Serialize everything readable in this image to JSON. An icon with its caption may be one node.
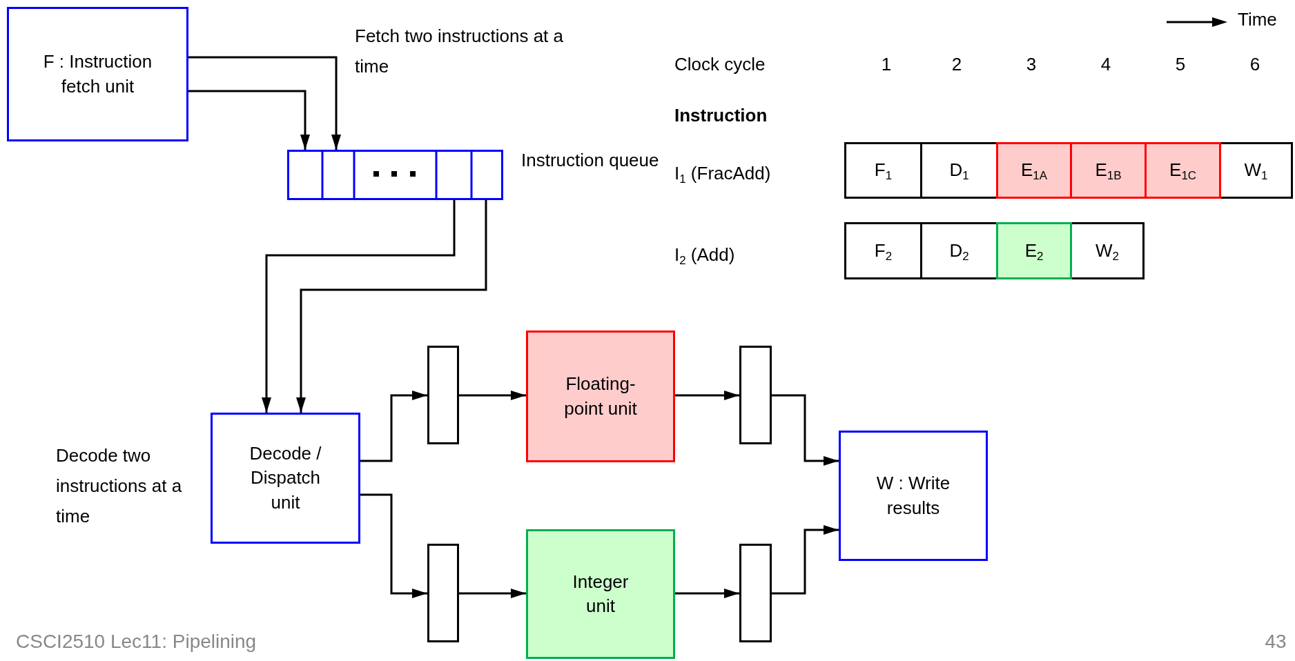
{
  "diagram": {
    "nodes": [
      {
        "text": [
          "F : Instruction fetch unit"
        ]
      },
      {
        "text": [],
        "shape": "box",
        "beside": [
          "Instruction queue"
        ]
      },
      {
        "text": [
          "Decode / Dispatch unit"
        ],
        "beside": [
          "Decode two instructions at a time"
        ]
      },
      {
        "text": [],
        "shape": "box"
      },
      {
        "text": [
          "Floating-point unit"
        ]
      },
      {
        "text": [],
        "shape": "box"
      },
      {
        "text": [],
        "shape": "box"
      },
      {
        "text": [
          "Integer unit"
        ]
      },
      {
        "text": [],
        "shape": "box"
      },
      {
        "text": [
          "W : Write results"
        ]
      },
      {
        "text": [
          "F$_{1}$"
        ]
      },
      {
        "text": [
          "D$_{1}$"
        ]
      },
      {
        "text": [
          "E$_{1A}$"
        ]
      },
      {
        "text": [
          "E$_{1B}$"
        ]
      },
      {
        "text": [
          "E$_{1C}$"
        ]
      },
      {
        "text": [
          "W$_{1}$"
        ]
      },
      {
        "text": [
          "F$_{2}$"
        ]
      },
      {
        "text": [
          "D$_{2}$"
        ]
      },
      {
        "text": [
          "E$_{2}$"
        ]
      },
      {
        "text": [
          "W$_{2}$"
        ]
      }
    ],
    "edges": [
      {
        "from": 0,
        "to": 1,
        "arrow": "to"
      },
      {
        "from": 0,
        "to": 1,
        "arrow": "to"
      },
      {
        "from": 1,
        "to": 2,
        "arrow": "to"
      },
      {
        "from": 1,
        "to": 2,
        "arrow": "to"
      },
      {
        "from": 2,
        "to": 3,
        "arrow": "to"
      },
      {
        "from": 3,
        "to": 4,
        "arrow": "to"
      },
      {
        "from": 4,
        "to": 5,
        "arrow": "to"
      },
      {
        "from": 5,
        "to": 9,
        "arrow": "to"
      },
      {
        "from": 2,
        "to": 6,
        "arrow": "to"
      },
      {
        "from": 6,
        "to": 7,
        "arrow": "to"
      },
      {
        "from": 7,
        "to": 8,
        "arrow": "to"
      },
      {
        "from": 8,
        "to": 9,
        "arrow": "to"
      }
    ],
    "labels": [
      "Fetch two instructions at a time",
      "Time",
      "Clock cycle",
      "1",
      "2",
      "3",
      "4",
      "5",
      "6",
      "Instruction",
      "I$_{1}$ (FracAdd)",
      "I$_{2}$ (Add)",
      "CSCI2510 Lec11: Pipelining",
      "43"
    ]
  }
}
